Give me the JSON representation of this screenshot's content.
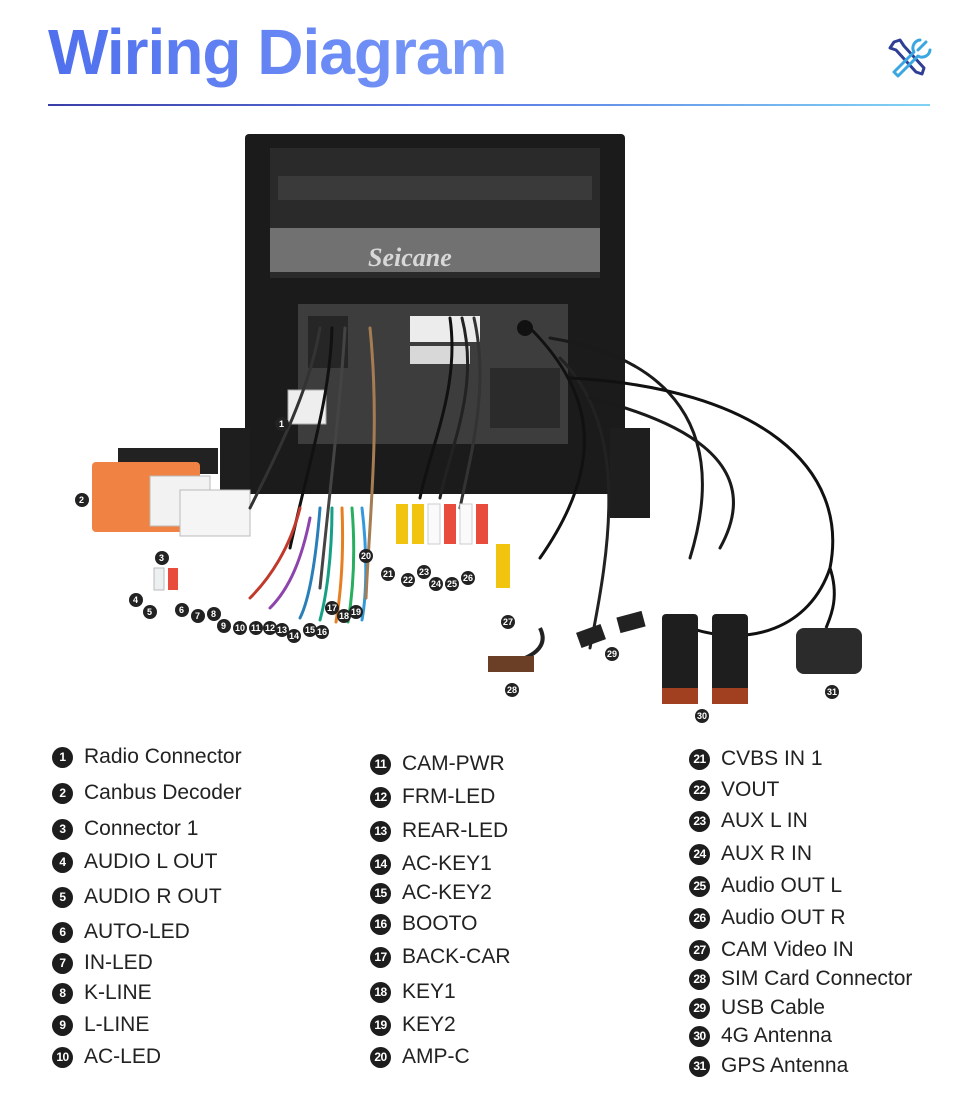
{
  "header": {
    "title": "Wiring Diagram",
    "icon": "tools-icon",
    "accent_color": "#5b7cf2"
  },
  "product": {
    "brand": "Seicane"
  },
  "legend": {
    "col1": [
      {
        "num": "1",
        "label": "Radio Connector"
      },
      {
        "num": "2",
        "label": "Canbus Decoder"
      },
      {
        "num": "3",
        "label": "Connector 1"
      },
      {
        "num": "4",
        "label": "AUDIO L OUT"
      },
      {
        "num": "5",
        "label": "AUDIO R OUT"
      },
      {
        "num": "6",
        "label": "AUTO-LED"
      },
      {
        "num": "7",
        "label": "IN-LED"
      },
      {
        "num": "8",
        "label": "K-LINE"
      },
      {
        "num": "9",
        "label": "L-LINE"
      },
      {
        "num": "10",
        "label": "AC-LED"
      }
    ],
    "col2": [
      {
        "num": "11",
        "label": "CAM-PWR"
      },
      {
        "num": "12",
        "label": "FRM-LED"
      },
      {
        "num": "13",
        "label": "REAR-LED"
      },
      {
        "num": "14",
        "label": "AC-KEY1"
      },
      {
        "num": "15",
        "label": "AC-KEY2"
      },
      {
        "num": "16",
        "label": "BOOTO"
      },
      {
        "num": "17",
        "label": "BACK-CAR"
      },
      {
        "num": "18",
        "label": "KEY1"
      },
      {
        "num": "19",
        "label": "KEY2"
      },
      {
        "num": "20",
        "label": "AMP-C"
      }
    ],
    "col3": [
      {
        "num": "21",
        "label": "CVBS IN 1"
      },
      {
        "num": "22",
        "label": "VOUT"
      },
      {
        "num": "23",
        "label": "AUX L IN"
      },
      {
        "num": "24",
        "label": "AUX R IN"
      },
      {
        "num": "25",
        "label": "Audio OUT L"
      },
      {
        "num": "26",
        "label": "Audio OUT R"
      },
      {
        "num": "27",
        "label": "CAM Video IN"
      },
      {
        "num": "28",
        "label": "SIM Card Connector"
      },
      {
        "num": "29",
        "label": "USB Cable"
      },
      {
        "num": "30",
        "label": "4G Antenna"
      },
      {
        "num": "31",
        "label": "GPS Antenna"
      }
    ]
  }
}
